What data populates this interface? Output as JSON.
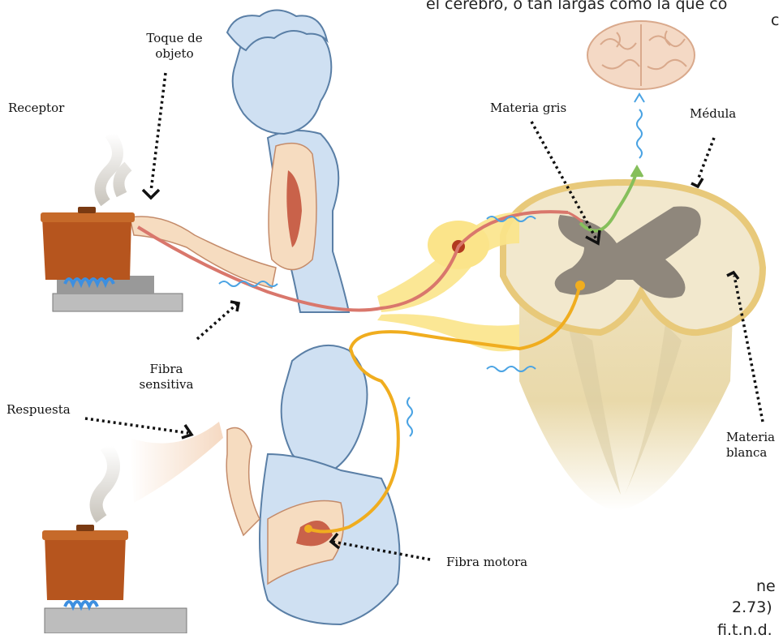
{
  "labels": {
    "receptor": "Receptor",
    "touch_line1": "Toque de",
    "touch_line2": "objeto",
    "gray_matter": "Materia gris",
    "medulla": "Médula",
    "sensory_fiber_line1": "Fibra",
    "sensory_fiber_line2": "sensitiva",
    "response": "Respuesta",
    "white_matter_line1": "Materia",
    "white_matter_line2": "blanca",
    "motor_fiber": "Fibra motora"
  },
  "page_text": {
    "top_fragment_1": "el cerebro, o tan largas como la que co",
    "top_fragment_2": "c",
    "bottom_fragment_1": "ne",
    "bottom_fragment_2": "2.73)",
    "bottom_fragment_3": "fi.t.n.d."
  },
  "colors": {
    "skin": "#f6dcc0",
    "body_outline": "#5a7fa6",
    "body_fill": "#cfe0f2",
    "sensory_fiber": "#d9776c",
    "motor_fiber": "#f0ad1f",
    "ascending_fiber": "#86bf5b",
    "gray_matter": "#8f877c",
    "white_matter": "#f2e8cd",
    "cord_border": "#e8c97a",
    "pot": "#b6551e",
    "flame": "#3d8fe0",
    "nerve_signal": "#4aa3e3"
  },
  "icons": [
    "brain-icon",
    "pot-icon",
    "flame-icon",
    "muscle-icon",
    "steam-icon"
  ]
}
